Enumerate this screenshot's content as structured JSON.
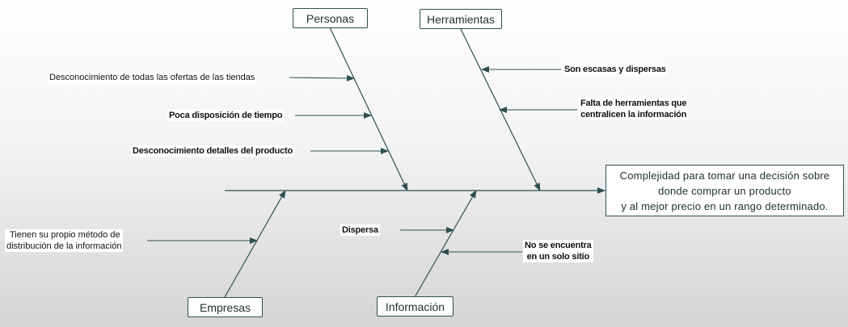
{
  "categories": {
    "personas": "Personas",
    "herramientas": "Herramientas",
    "empresas": "Empresas",
    "informacion": "Información"
  },
  "effect": {
    "line1": "Complejidad para tomar una decisión sobre",
    "line2": "donde comprar un producto",
    "line3": "y al mejor precio en un rango determinado."
  },
  "causes": {
    "personas": [
      "Desconocimiento de todas las ofertas de las tiendas",
      "Poca disposición de tiempo",
      "Desconocimiento detalles del producto"
    ],
    "herramientas": [
      "Son escasas y dispersas",
      [
        "Falta de herramientas que",
        "centralicen la información"
      ]
    ],
    "empresas": [
      [
        "Tienen su propio método de",
        "distribución de la información"
      ]
    ],
    "informacion": [
      "Dispersa",
      [
        "No se encuentra",
        "en un solo sitio"
      ]
    ]
  },
  "colors": {
    "line": "#2f4f4f",
    "box_border": "#2f4f4f",
    "text": "#1d2f2f"
  }
}
